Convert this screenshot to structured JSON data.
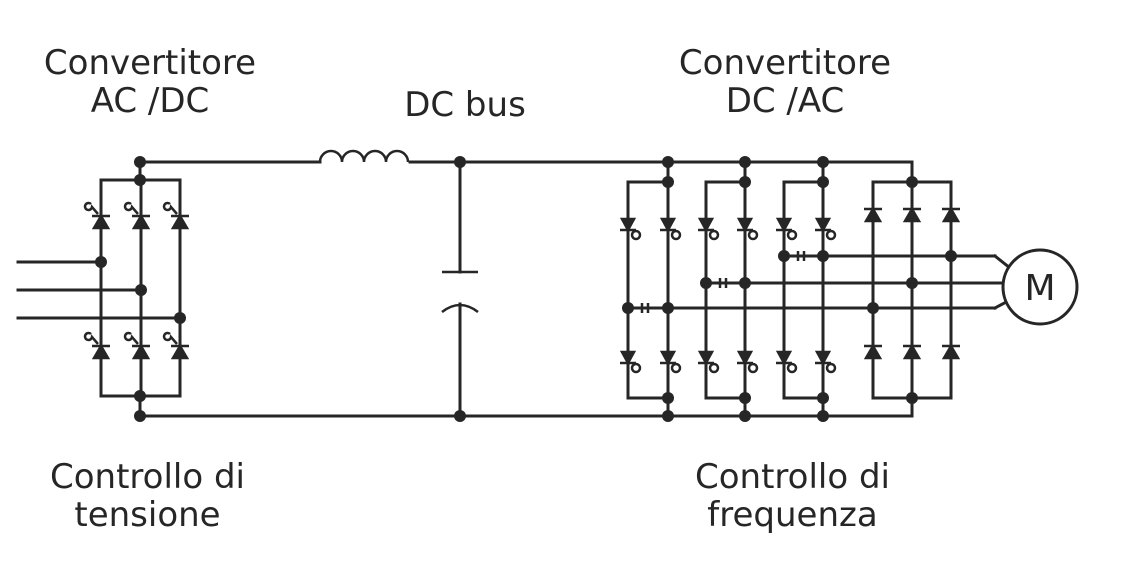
{
  "labels": {
    "acdc_line1": "Convertitore",
    "acdc_line2": "AC /DC",
    "dc_bus": "DC bus",
    "dcac_line1": "Convertitore",
    "dcac_line2": "DC /AC",
    "voltage_line1": "Controllo di",
    "voltage_line2": "tensione",
    "freq_line1": "Controllo di",
    "freq_line2": "frequenza"
  },
  "motor": {
    "symbol": "M"
  },
  "colors": {
    "ink": "#262626",
    "background": "#ffffff"
  }
}
